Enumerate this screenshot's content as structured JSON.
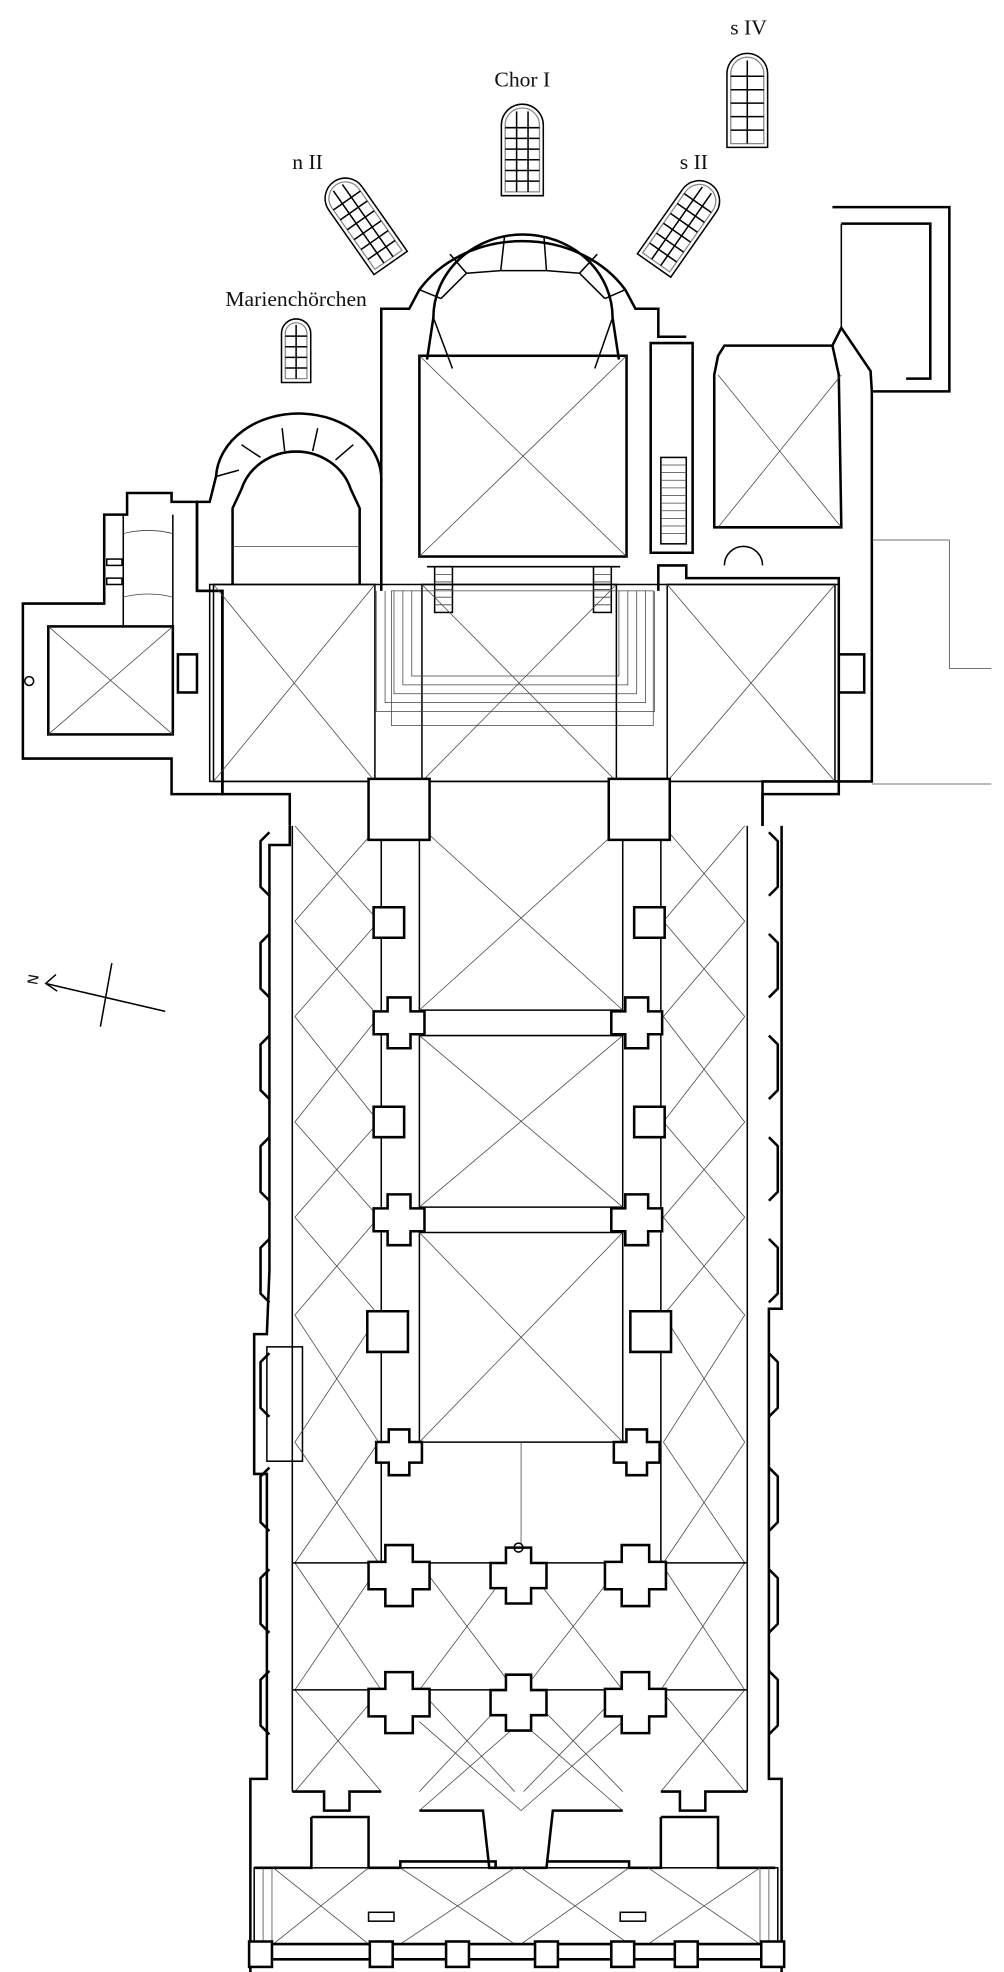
{
  "labels": {
    "s_iv": "s IV",
    "chor_i": "Chor I",
    "n_ii": "n II",
    "s_ii": "s II",
    "marienchoerchen": "Marienchörchen"
  },
  "compass": {
    "north_label": "N"
  },
  "colors": {
    "line": "#000000",
    "thin_line": "#444444",
    "glass_frame": "#888888",
    "background": "#ffffff"
  }
}
